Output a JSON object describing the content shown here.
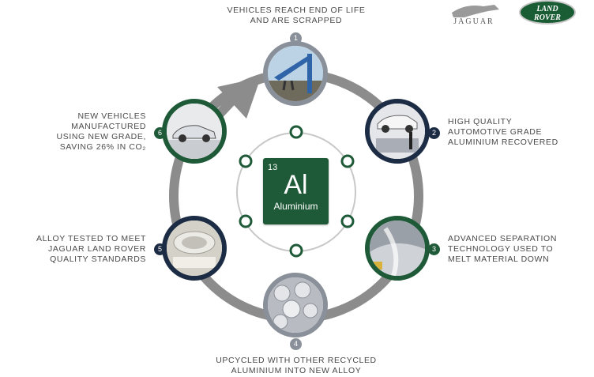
{
  "title": "",
  "logos": {
    "jaguar": "JAGUAR",
    "land_rover": "LAND ROVER",
    "land_rover_line1": "LAND",
    "land_rover_line2": "ROVER"
  },
  "element": {
    "number": "13",
    "symbol": "Al",
    "name": "Aluminium"
  },
  "colors": {
    "dark_green": "#1f5a38",
    "navy": "#1c2c44",
    "arrow_grey": "#8c8c8c",
    "text": "#4a4a4a"
  },
  "steps": [
    {
      "number": "1",
      "label": "VEHICLES REACH END OF LIFE\nAND ARE SCRAPPED",
      "ring_color": "#8a9099",
      "icon": "scrap-crane-photo"
    },
    {
      "number": "2",
      "label": "HIGH QUALITY\nAUTOMOTIVE GRADE\nALUMINIUM RECOVERED",
      "ring_color": "#1c2c44",
      "icon": "car-dismantling-photo"
    },
    {
      "number": "3",
      "label": "ADVANCED SEPARATION\nTECHNOLOGY USED TO\nMELT MATERIAL DOWN",
      "ring_color": "#1f5a38",
      "icon": "molten-metal-photo"
    },
    {
      "number": "4",
      "label": "UPCYCLED WITH OTHER RECYCLED\nALUMINIUM INTO NEW ALLOY",
      "ring_color": "#8a9099",
      "icon": "aluminium-cans-photo"
    },
    {
      "number": "5",
      "label": "ALLOY TESTED TO MEET\nJAGUAR LAND ROVER\nQUALITY STANDARDS",
      "ring_color": "#1c2c44",
      "icon": "aluminium-coil-photo"
    },
    {
      "number": "6",
      "label": "NEW VEHICLES\nMANUFACTURED\nUSING NEW GRADE,\nSAVING 26% IN CO₂",
      "ring_color": "#1f5a38",
      "icon": "new-car-photo"
    }
  ]
}
